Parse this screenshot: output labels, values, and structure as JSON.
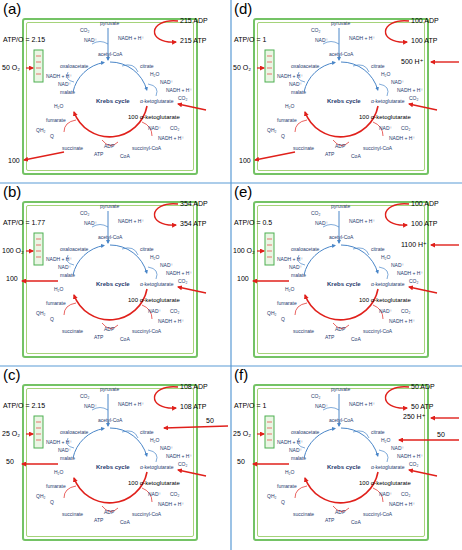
{
  "diagram": {
    "nodes": [
      {
        "text": [
          "Krebs cycle"
        ]
      },
      {
        "text": [
          "Krebs cycle"
        ]
      },
      {
        "text": [
          "Krebs cycle"
        ]
      },
      {
        "text": [
          "Krebs cycle"
        ]
      },
      {
        "text": [
          "Krebs cycle"
        ]
      },
      {
        "text": [
          "Krebs cycle"
        ]
      }
    ],
    "labels": [
      "(a)",
      "ATP/O = 2.15",
      "215 ADP",
      "215 ATP",
      "50 O₂",
      "100 α-ketoglutarate",
      "100",
      "pyruvate",
      "CO₂",
      "NAD⁺",
      "NADH + H⁺",
      "acetyl-CoA",
      "citrate",
      "oxaloacetate",
      "NADH + H⁺",
      "NAD⁺",
      "H₂O",
      "malate",
      "NAD⁺",
      "NADH + H⁺",
      "CO₂",
      "α-ketoglutarate",
      "H₂O",
      "fumarate",
      "QH₂",
      "Q",
      "succinate",
      "ATP",
      "ADP",
      "CoA",
      "CO₂",
      "NADH + H⁺",
      "NAD⁺",
      "succinyl-CoA",
      "(b)",
      "ATP/O = 1.77",
      "354 ADP",
      "354 ATP",
      "100 O₂",
      "100",
      "100 α-ketoglutarate",
      "pyruvate",
      "CO₂",
      "NAD⁺",
      "NADH + H⁺",
      "acetyl-CoA",
      "citrate",
      "oxaloacetate",
      "NADH + H⁺",
      "NAD⁺",
      "H₂O",
      "malate",
      "NAD⁺",
      "NADH + H⁺",
      "CO₂",
      "α-ketoglutarate",
      "H₂O",
      "fumarate",
      "QH₂",
      "Q",
      "succinate",
      "ATP",
      "ADP",
      "CoA",
      "CO₂",
      "NADH + H⁺",
      "NAD⁺",
      "succinyl-CoA",
      "(c)",
      "ATP/O = 2.15",
      "108 ADP",
      "108 ATP",
      "25 O₂",
      "50",
      "50",
      "100 α-ketoglutarate",
      "pyruvate",
      "CO₂",
      "NAD⁺",
      "NADH + H⁺",
      "acetyl-CoA",
      "citrate",
      "oxaloacetate",
      "NADH + H⁺",
      "NAD⁺",
      "H₂O",
      "malate",
      "NAD⁺",
      "NADH + H⁺",
      "CO₂",
      "α-ketoglutarate",
      "H₂O",
      "fumarate",
      "QH₂",
      "Q",
      "succinate",
      "ATP",
      "ADP",
      "CoA",
      "CO₂",
      "NADH + H⁺",
      "NAD⁺",
      "succinyl-CoA",
      "(d)",
      "ATP/O = 1",
      "100 ADP",
      "100 ATP",
      "50 O₂",
      "500 H⁺",
      "100 α-ketoglutarate",
      "100",
      "pyruvate",
      "CO₂",
      "NAD⁺",
      "NADH + H⁺",
      "acetyl-CoA",
      "citrate",
      "oxaloacetate",
      "NADH + H⁺",
      "NAD⁺",
      "H₂O",
      "malate",
      "NAD⁺",
      "NADH + H⁺",
      "CO₂",
      "α-ketoglutarate",
      "H₂O",
      "fumarate",
      "QH₂",
      "Q",
      "succinate",
      "ATP",
      "ADP",
      "CoA",
      "CO₂",
      "NADH + H⁺",
      "NAD⁺",
      "succinyl-CoA",
      "(e)",
      "ATP/O = 0.5",
      "100 ADP",
      "100 ATP",
      "100 O₂",
      "1100 H⁺",
      "100",
      "100 α-ketoglutarate",
      "pyruvate",
      "CO₂",
      "NAD⁺",
      "NADH + H⁺",
      "acetyl-CoA",
      "citrate",
      "oxaloacetate",
      "NADH + H⁺",
      "NAD⁺",
      "H₂O",
      "malate",
      "NAD⁺",
      "NADH + H⁺",
      "CO₂",
      "α-ketoglutarate",
      "H₂O",
      "fumarate",
      "QH₂",
      "Q",
      "succinate",
      "ATP",
      "ADP",
      "CoA",
      "CO₂",
      "NADH + H⁺",
      "NAD⁺",
      "succinyl-CoA",
      "(f)",
      "ATP/O = 1",
      "50 ADP",
      "50 ATP",
      "25 O₂",
      "250 H⁺",
      "50",
      "50",
      "100 α-ketoglutarate",
      "pyruvate",
      "CO₂",
      "NAD⁺",
      "NADH + H⁺",
      "acetyl-CoA",
      "citrate",
      "oxaloacetate",
      "NADH + H⁺",
      "NAD⁺",
      "H₂O",
      "malate",
      "NAD⁺",
      "NADH + H⁺",
      "CO₂",
      "α-ketoglutarate",
      "H₂O",
      "fumarate",
      "QH₂",
      "Q",
      "succinate",
      "ATP",
      "ADP",
      "CoA",
      "CO₂",
      "NADH + H⁺",
      "NAD⁺",
      "succinyl-CoA"
    ]
  }
}
